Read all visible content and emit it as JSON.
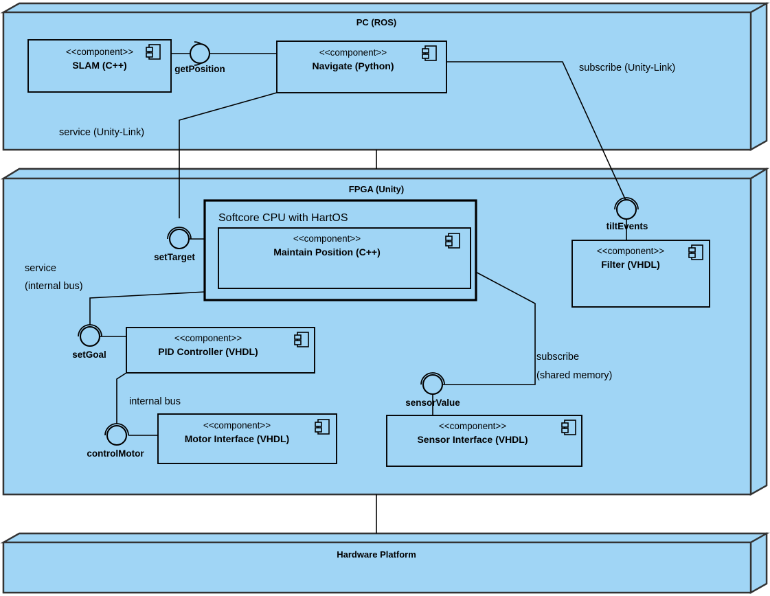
{
  "diagram": {
    "type": "uml-component-deployment-diagram",
    "fill_color": "#A0D5F5",
    "stroke_color": "#000000",
    "node_shadow_color": "#3a3a3a",
    "background": "#FFFFFF"
  },
  "nodes": [
    {
      "id": "pc",
      "label": "PC (ROS)"
    },
    {
      "id": "fpga",
      "label": "FPGA (Unity)"
    },
    {
      "id": "hardware",
      "label": "Hardware Platform"
    }
  ],
  "frames": [
    {
      "id": "softcore",
      "label": "Softcore CPU with HartOS"
    }
  ],
  "components": [
    {
      "id": "slam",
      "stereotype": "<<component>>",
      "name": "SLAM (C++)"
    },
    {
      "id": "navigate",
      "stereotype": "<<component>>",
      "name": "Navigate (Python)"
    },
    {
      "id": "maintain",
      "stereotype": "<<component>>",
      "name": "Maintain Position (C++)"
    },
    {
      "id": "filter",
      "stereotype": "<<component>>",
      "name": "Filter (VHDL)"
    },
    {
      "id": "pid",
      "stereotype": "<<component>>",
      "name": "PID Controller (VHDL)"
    },
    {
      "id": "motor",
      "stereotype": "<<component>>",
      "name": "Motor Interface (VHDL)"
    },
    {
      "id": "sensor",
      "stereotype": "<<component>>",
      "name": "Sensor Interface (VHDL)"
    }
  ],
  "interfaces": [
    {
      "id": "getPosition",
      "label": "getPosition"
    },
    {
      "id": "setTarget",
      "label": "setTarget"
    },
    {
      "id": "tiltEvents",
      "label": "tiltEvents"
    },
    {
      "id": "setGoal",
      "label": "setGoal"
    },
    {
      "id": "controlMotor",
      "label": "controlMotor"
    },
    {
      "id": "sensorValue",
      "label": "sensorValue"
    }
  ],
  "connector_labels": [
    {
      "id": "service_unity_link",
      "line1": "service (Unity-Link)",
      "line2": ""
    },
    {
      "id": "subscribe_unity_link",
      "line1": "subscribe (Unity-Link)",
      "line2": ""
    },
    {
      "id": "service_internal_bus",
      "line1": "service",
      "line2": "(internal bus)"
    },
    {
      "id": "subscribe_shared_mem",
      "line1": "subscribe",
      "line2": "(shared memory)"
    },
    {
      "id": "internal_bus",
      "line1": "internal bus",
      "line2": ""
    }
  ],
  "icons": {
    "component": "component-icon",
    "provided_interface": "ball-interface-icon",
    "required_interface": "socket-interface-icon"
  }
}
